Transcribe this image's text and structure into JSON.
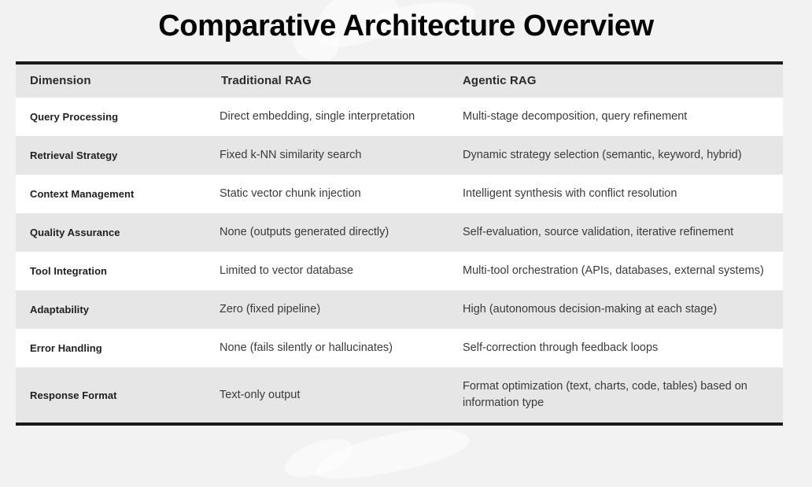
{
  "page": {
    "title": "Comparative Architecture Overview",
    "background_color": "#f2f2f2",
    "table_border_color": "#1a1a1a",
    "header_row_color": "#e6e6e6",
    "stripe_row_color": "#e6e6e6",
    "plain_row_color": "#ffffff"
  },
  "table": {
    "headers": [
      "Dimension",
      "Traditional RAG",
      "Agentic RAG"
    ],
    "rows": [
      {
        "dimension": "Query Processing",
        "traditional": "Direct embedding, single interpretation",
        "agentic": "Multi-stage decomposition, query refinement"
      },
      {
        "dimension": "Retrieval Strategy",
        "traditional": "Fixed k-NN similarity search",
        "agentic": "Dynamic strategy selection (semantic, keyword, hybrid)"
      },
      {
        "dimension": "Context Management",
        "traditional": "Static vector chunk injection",
        "agentic": "Intelligent synthesis with conflict resolution"
      },
      {
        "dimension": "Quality Assurance",
        "traditional": "None (outputs generated directly)",
        "agentic": "Self-evaluation, source validation, iterative refinement"
      },
      {
        "dimension": "Tool Integration",
        "traditional": "Limited to vector database",
        "agentic": "Multi-tool orchestration (APIs, databases, external systems)"
      },
      {
        "dimension": "Adaptability",
        "traditional": "Zero (fixed pipeline)",
        "agentic": "High (autonomous decision-making at each stage)"
      },
      {
        "dimension": "Error Handling",
        "traditional": "None (fails silently or hallucinates)",
        "agentic": "Self-correction through feedback loops"
      },
      {
        "dimension": "Response Format",
        "traditional": "Text-only output",
        "agentic": "Format optimization (text, charts, code, tables) based on information type"
      }
    ]
  }
}
